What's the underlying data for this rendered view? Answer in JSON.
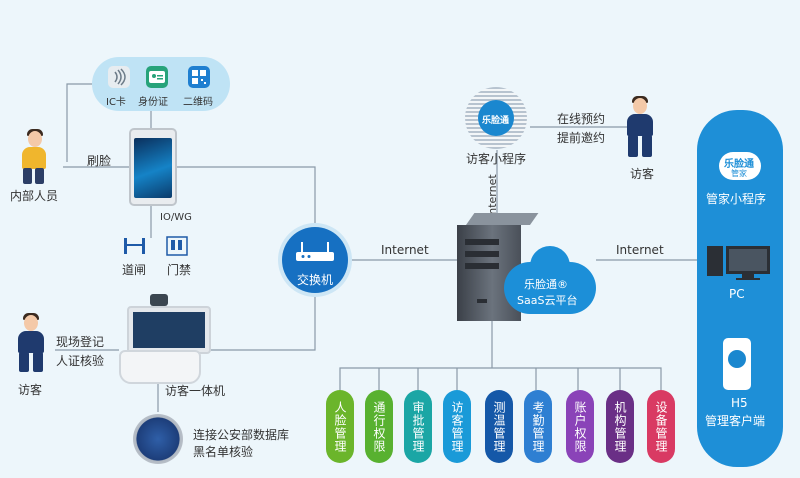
{
  "card_types": [
    "IC卡",
    "身份证",
    "二维码"
  ],
  "left": {
    "internal_staff": "内部人员",
    "face_swipe": "刷脸",
    "io_wg": "IO/WG",
    "gate": "道闸",
    "door_access": "门禁",
    "onsite_register": "现场登记",
    "id_verify": "人证核验",
    "visitor": "访客",
    "visitor_kiosk": "访客一体机",
    "police_db_1": "连接公安部数据库",
    "police_db_2": "黑名单核验"
  },
  "center": {
    "switch": "交换机",
    "internet_left": "Internet",
    "internet_vertical": "Internet",
    "internet_right": "Internet",
    "brand": "乐脸通",
    "cloud_line1": "乐脸通®",
    "cloud_line2": "SaaS云平台",
    "mini_program": "访客小程序",
    "online_booking": "在线预约",
    "pre_invite": "提前邀约",
    "visitor_top": "访客"
  },
  "modules": [
    {
      "label": "人脸管理",
      "color": "#6bb52b"
    },
    {
      "label": "通行权限",
      "color": "#58b130"
    },
    {
      "label": "审批管理",
      "color": "#1ba6a5"
    },
    {
      "label": "访客管理",
      "color": "#1a9ad8"
    },
    {
      "label": "测温管理",
      "color": "#1558a8"
    },
    {
      "label": "考勤管理",
      "color": "#2e7fd2"
    },
    {
      "label": "账户权限",
      "color": "#8a43b8"
    },
    {
      "label": "机构管理",
      "color": "#6a2f86"
    },
    {
      "label": "设备管理",
      "color": "#d93a63"
    }
  ],
  "right": {
    "brand": "乐脸通",
    "brand_sub": "管家",
    "steward_mini": "管家小程序",
    "pc": "PC",
    "h5": "H5",
    "h5_client": "管理客户端"
  }
}
